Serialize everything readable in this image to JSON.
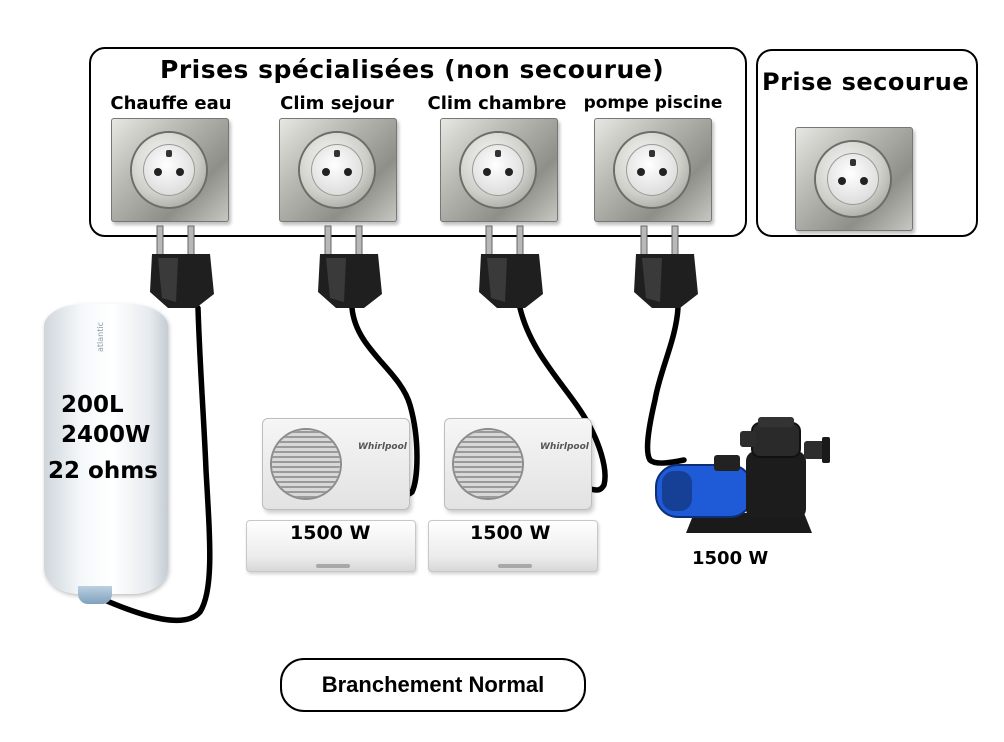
{
  "specialized_group": {
    "title": "Prises  spécialisées  (non secourue)",
    "outlets": [
      {
        "label": "Chauffe eau"
      },
      {
        "label": "Clim sejour"
      },
      {
        "label": "Clim chambre"
      },
      {
        "label": "pompe piscine"
      }
    ]
  },
  "backup_group": {
    "title": "Prise secourue"
  },
  "water_heater": {
    "capacity": "200L",
    "power": "2400W",
    "resistance": "22 ohms",
    "brand_text": "atlantic"
  },
  "ac_living": {
    "power": "1500 W",
    "brand_text": "Whirlpool"
  },
  "ac_bedroom": {
    "power": "1500 W",
    "brand_text": "Whirlpool"
  },
  "pool_pump": {
    "power": "1500 W"
  },
  "footer": {
    "caption": "Branchement Normal"
  },
  "colors": {
    "cable": "#000000",
    "plug": "#1f1f1f",
    "pump_blue": "#1f5bd6"
  },
  "icons": [
    "wall-socket-icon",
    "plug-icon",
    "water-heater-icon",
    "ac-outdoor-unit-icon",
    "ac-indoor-unit-icon",
    "pool-pump-icon"
  ]
}
